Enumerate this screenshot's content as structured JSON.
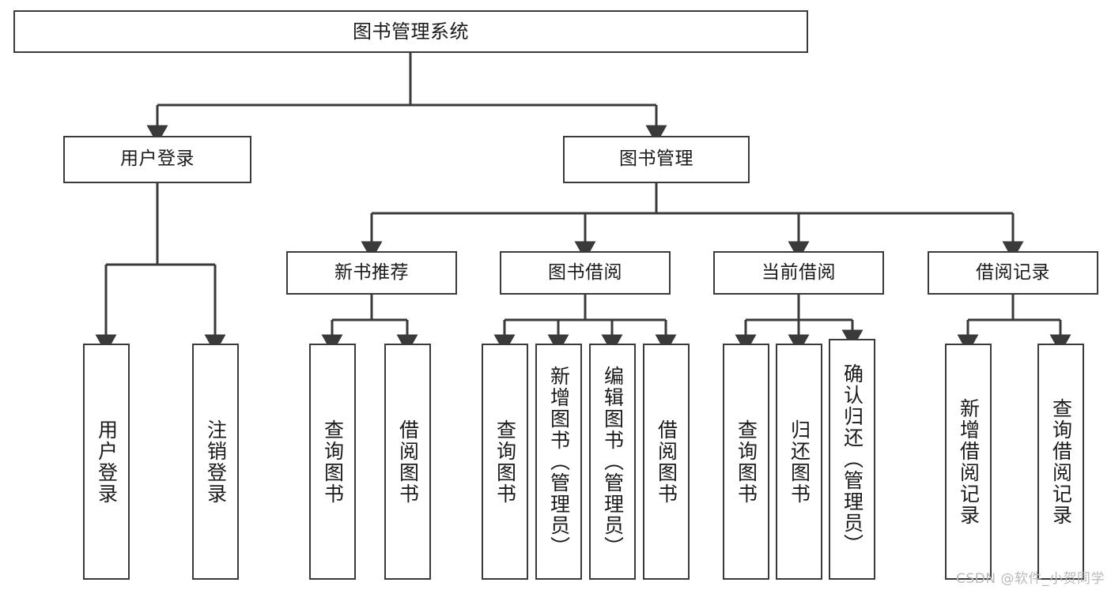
{
  "diagram": {
    "title": "图书管理系统",
    "type": "tree-hierarchy",
    "background_color": "#ffffff",
    "line_color": "#3a3a3a",
    "text_color": "#1a1a1a",
    "root": {
      "label": "图书管理系统"
    },
    "level2": [
      {
        "label": "用户登录"
      },
      {
        "label": "图书管理"
      }
    ],
    "level3": [
      {
        "label": "新书推荐"
      },
      {
        "label": "图书借阅"
      },
      {
        "label": "当前借阅"
      },
      {
        "label": "借阅记录"
      }
    ],
    "leaves": {
      "user_login": [
        {
          "label": "用户登录"
        },
        {
          "label": "注销登录"
        }
      ],
      "new_book_recommend": [
        {
          "label": "查询图书"
        },
        {
          "label": "借阅图书"
        }
      ],
      "book_borrow": [
        {
          "label": "查询图书"
        },
        {
          "label": "新增图书（管理员）"
        },
        {
          "label": "编辑图书（管理员）"
        },
        {
          "label": "借阅图书"
        }
      ],
      "current_borrow": [
        {
          "label": "查询图书"
        },
        {
          "label": "归还图书"
        },
        {
          "label": "确认归还（管理员）"
        }
      ],
      "borrow_record": [
        {
          "label": "新增借阅记录"
        },
        {
          "label": "查询借阅记录"
        }
      ]
    }
  },
  "watermark": {
    "text": "CSDN @软件_小贺同学"
  }
}
